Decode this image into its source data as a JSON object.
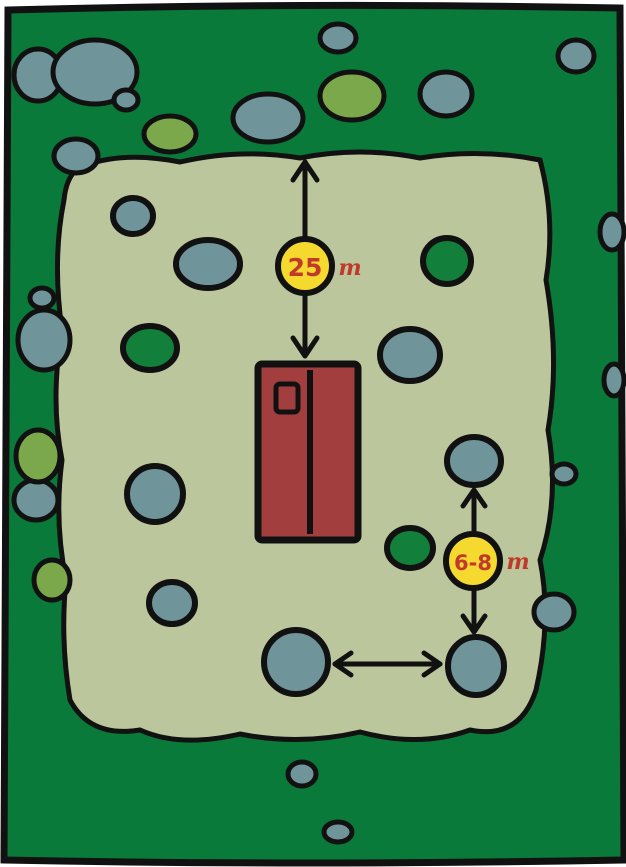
{
  "labels": {
    "clearing_distance": "25",
    "clearing_unit": "m",
    "spacing_distance": "6-8",
    "spacing_unit": "m"
  },
  "colors": {
    "forest": "#0a7a3a",
    "clearing": "#bcc69c",
    "boulder": "#6f9499",
    "shrub": "#12803a",
    "moss": "#7aa84b",
    "building": "#a23e3e",
    "badge": "#f6d92f",
    "outline": "#111111"
  }
}
